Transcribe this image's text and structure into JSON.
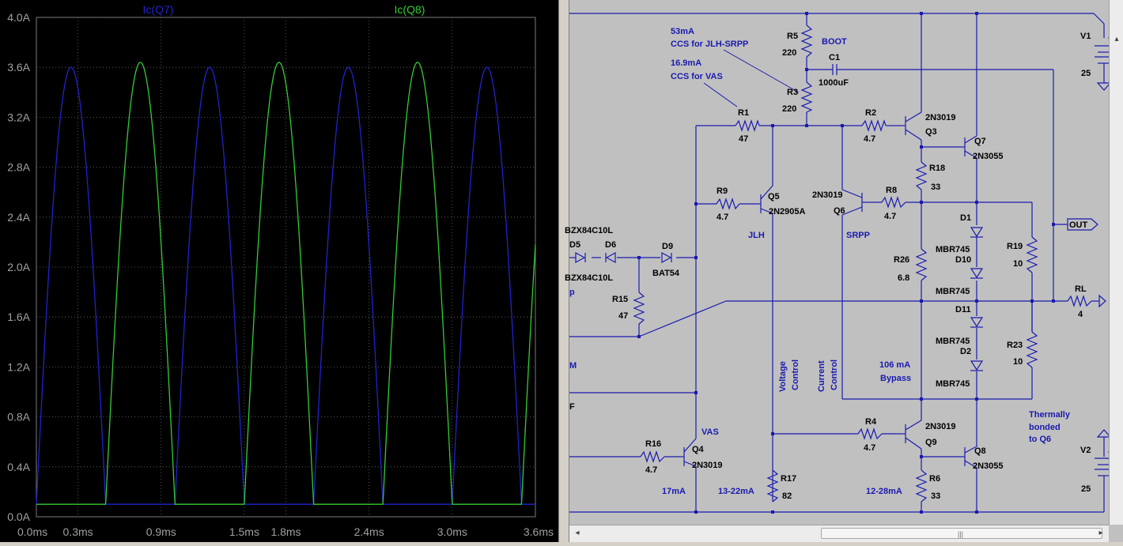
{
  "plot": {
    "traces": [
      {
        "name": "Ic(Q7)",
        "color": "#2222cc"
      },
      {
        "name": "Ic(Q8)",
        "color": "#33cc33"
      }
    ],
    "chart_data": {
      "type": "line",
      "xlabel": "",
      "ylabel": "",
      "xlim": [
        0.0,
        3.6
      ],
      "ylim": [
        0.0,
        4.0
      ],
      "x_ticks": [
        "0.0ms",
        "0.3ms",
        "0.9ms",
        "1.5ms",
        "1.8ms",
        "2.4ms",
        "3.0ms",
        "3.6ms"
      ],
      "x_tick_values": [
        0.0,
        0.3,
        0.9,
        1.5,
        1.8,
        2.4,
        3.0,
        3.6
      ],
      "y_ticks": [
        "0.0A",
        "0.4A",
        "0.8A",
        "1.2A",
        "1.6A",
        "2.0A",
        "2.4A",
        "2.8A",
        "3.2A",
        "3.6A",
        "4.0A"
      ],
      "y_tick_values": [
        0.0,
        0.4,
        0.8,
        1.2,
        1.6,
        2.0,
        2.4,
        2.8,
        3.2,
        3.6,
        4.0
      ],
      "grid": true,
      "period_ms": 1.0,
      "series": [
        {
          "name": "Ic(Q7)",
          "peak_A": 3.6,
          "floor_A": 0.1,
          "first_peak_ms": 0.25,
          "conducts": "positive half-cycle"
        },
        {
          "name": "Ic(Q8)",
          "peak_A": 3.64,
          "floor_A": 0.1,
          "first_peak_ms": 0.75,
          "conducts": "negative half-cycle"
        }
      ]
    }
  },
  "schematic": {
    "labels": {
      "r5": "R5",
      "r5v": "220",
      "boot": "BOOT",
      "c1": "C1",
      "c1v": "1000uF",
      "r3": "R3",
      "r3v": "220",
      "note1a": "53mA",
      "note1b": "CCS for JLH-SRPP",
      "note2a": "16.9mA",
      "note2b": "CCS for VAS",
      "r1": "R1",
      "r1v": "47",
      "r2": "R2",
      "r2v": "4.7",
      "q3t": "2N3019",
      "q3": "Q3",
      "q7": "Q7",
      "q7t": "2N3055",
      "r18": "R18",
      "r18v": "33",
      "v1": "V1",
      "v1v": "25",
      "r9": "R9",
      "r9v": "4.7",
      "q5": "Q5",
      "q5t": "2N2905A",
      "q6t": "2N3019",
      "q6": "Q6",
      "r8": "R8",
      "r8v": "4.7",
      "d1": "D1",
      "d1t": "MBR745",
      "r19": "R19",
      "r19v": "10",
      "out": "OUT",
      "jlh": "JLH",
      "srpp": "SRPP",
      "d5t": "BZX84C10L",
      "d5": "D5",
      "d6": "D6",
      "d6t": "BZX84C10L",
      "d9": "D9",
      "d9t": "BAT54",
      "p": "p",
      "r15": "R15",
      "r15v": "47",
      "r26": "R26",
      "r26v": "6.8",
      "d10": "D10",
      "d10t": "MBR745",
      "rl": "RL",
      "rlv": "4",
      "d11": "D11",
      "d11t": "MBR745",
      "d2": "D2",
      "d2t": "MBR745",
      "r23": "R23",
      "r23v": "10",
      "m": "M",
      "f": "F",
      "vc1": "Voltage",
      "vc2": "Control",
      "cc1": "Current",
      "cc2": "Control",
      "byp1": "106 mA",
      "byp2": "Bypass",
      "therm1": "Thermally",
      "therm2": "bonded",
      "therm3": "to Q6",
      "r4": "R4",
      "r4v": "4.7",
      "q9t": "2N3019",
      "q9": "Q9",
      "q8": "Q8",
      "q8t": "2N3055",
      "v2": "V2",
      "v2v": "25",
      "vas": "VAS",
      "r16": "R16",
      "r16v": "4.7",
      "q4": "Q4",
      "q4t": "2N3019",
      "r17": "R17",
      "r17v": "82",
      "r6": "R6",
      "r6v": "33",
      "i17": "17mA",
      "i1322": "13-22mA",
      "i1228": "12-28mA"
    }
  },
  "scrollbar": {
    "left_arrow": "◂",
    "right_arrow": "▸",
    "grip": "|||",
    "up_arrow": "▴"
  }
}
